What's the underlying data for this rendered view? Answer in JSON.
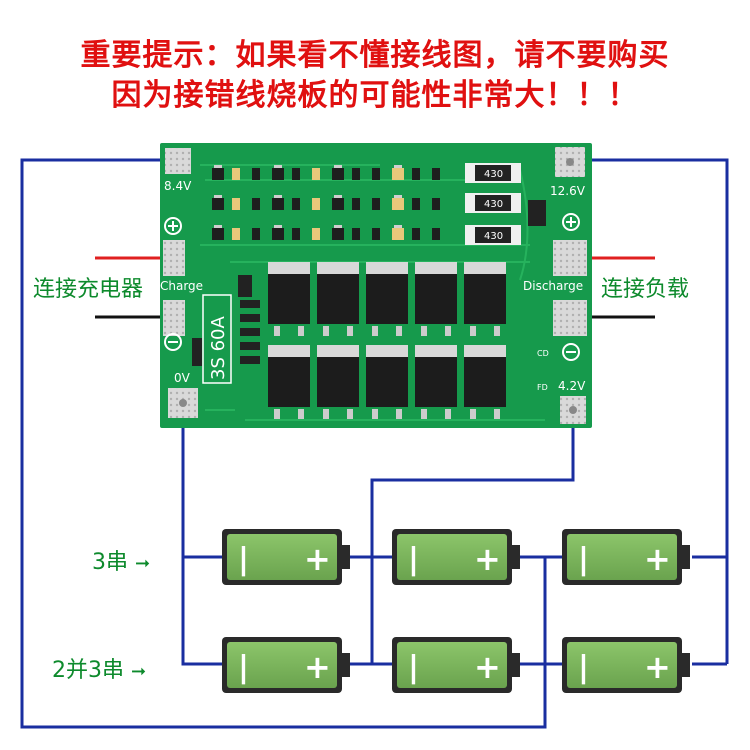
{
  "warning": {
    "line1": "重要提示：如果看不懂接线图，请不要购买",
    "line2": "因为接错线烧板的可能性非常大！！！"
  },
  "labels": {
    "charger": "连接充电器",
    "load": "连接负载",
    "row1": "3串",
    "row2": "2并3串",
    "arrow": "➞"
  },
  "board": {
    "pads": {
      "v84": "8.4V",
      "v126": "12.6V",
      "charge": "Charge",
      "discharge": "Discharge",
      "v0": "0V",
      "v42": "4.2V",
      "cd": "CD",
      "fd": "FD"
    },
    "model": "3S 60A",
    "resistors": [
      "430",
      "430",
      "430"
    ]
  },
  "battery": {
    "minus": "−",
    "plus": "+"
  },
  "colors": {
    "warning": "#e01010",
    "label_green": "#0d8a2c",
    "wire": "#1a2ea0",
    "board": "#169a4c",
    "battery": "#7ab55b",
    "positive_lead": "#e02020",
    "negative_lead": "#111111"
  }
}
